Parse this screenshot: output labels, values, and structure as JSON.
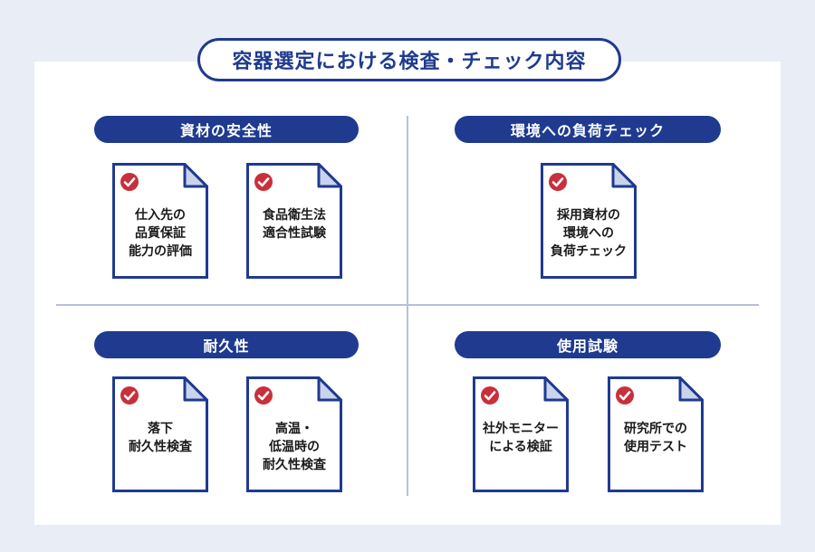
{
  "title": "容器選定における検査・チェック内容",
  "sections": [
    {
      "label": "資材の安全性",
      "docs": [
        "仕入先の\n品質保証\n能力の評価",
        "食品衛生法\n適合性試験"
      ]
    },
    {
      "label": "環境への負荷チェック",
      "docs": [
        "採用資材の\n環境への\n負荷チェック"
      ]
    },
    {
      "label": "耐久性",
      "docs": [
        "落下\n耐久性検査",
        "高温・\n低温時の\n耐久性検査"
      ]
    },
    {
      "label": "使用試験",
      "docs": [
        "社外モニター\nによる検証",
        "研究所での\n使用テスト"
      ]
    }
  ],
  "icons": {
    "document": "document-icon",
    "check": "check-icon"
  },
  "colors": {
    "navy": "#1f3a8f",
    "check_red": "#c8303c",
    "divider": "#b8c0d3",
    "background": "#e9edf6"
  }
}
